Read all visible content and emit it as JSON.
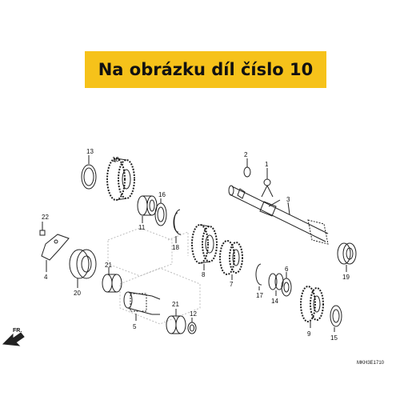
{
  "banner": {
    "text": "Na obrázku díl číslo 10",
    "background": "#f6c21a"
  },
  "diagram": {
    "code": "MKH3E1710",
    "front_label": "FR.",
    "callouts": [
      "1",
      "2",
      "3",
      "4",
      "5",
      "6",
      "7",
      "8",
      "9",
      "10",
      "11",
      "12",
      "13",
      "14",
      "15",
      "16",
      "17",
      "18",
      "19",
      "20",
      "21",
      "21",
      "22"
    ]
  },
  "colors": {
    "line": "#222222",
    "ghost": "#bdbdbd"
  }
}
